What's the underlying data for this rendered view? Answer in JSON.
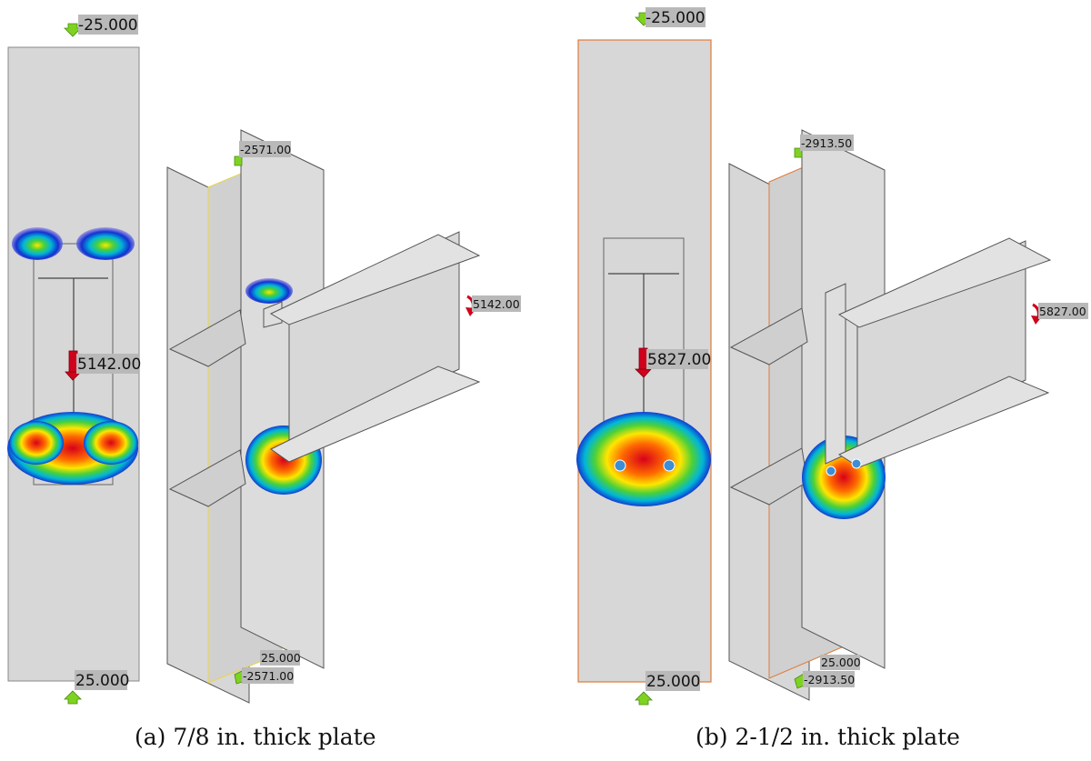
{
  "panel_a": {
    "caption": "(a) 7/8 in. thick plate",
    "front_top_label": "-25.000",
    "front_bottom_label": "25.000",
    "front_load_label": "5142.00",
    "iso_top_label": "-2571.00",
    "iso_bottom_label_1": "25.000",
    "iso_bottom_label_2": "-2571.00",
    "iso_moment_label": "5142.00"
  },
  "panel_b": {
    "caption": "(b) 2-1/2 in. thick plate",
    "front_top_label": "-25.000",
    "front_bottom_label": "25.000",
    "front_load_label": "5827.00",
    "iso_top_label": "-2913.50",
    "iso_bottom_label_1": "25.000",
    "iso_bottom_label_2": "-2913.50",
    "iso_moment_label": "5827.00"
  },
  "colors": {
    "plate_fill": "#d7d7d7",
    "edge": "#555555",
    "label_bg": "#b9b9b9",
    "support_green": "#7ed321",
    "load_red": "#d0021b",
    "outline_a": "#e8d44d",
    "outline_b": "#e07a3a"
  }
}
